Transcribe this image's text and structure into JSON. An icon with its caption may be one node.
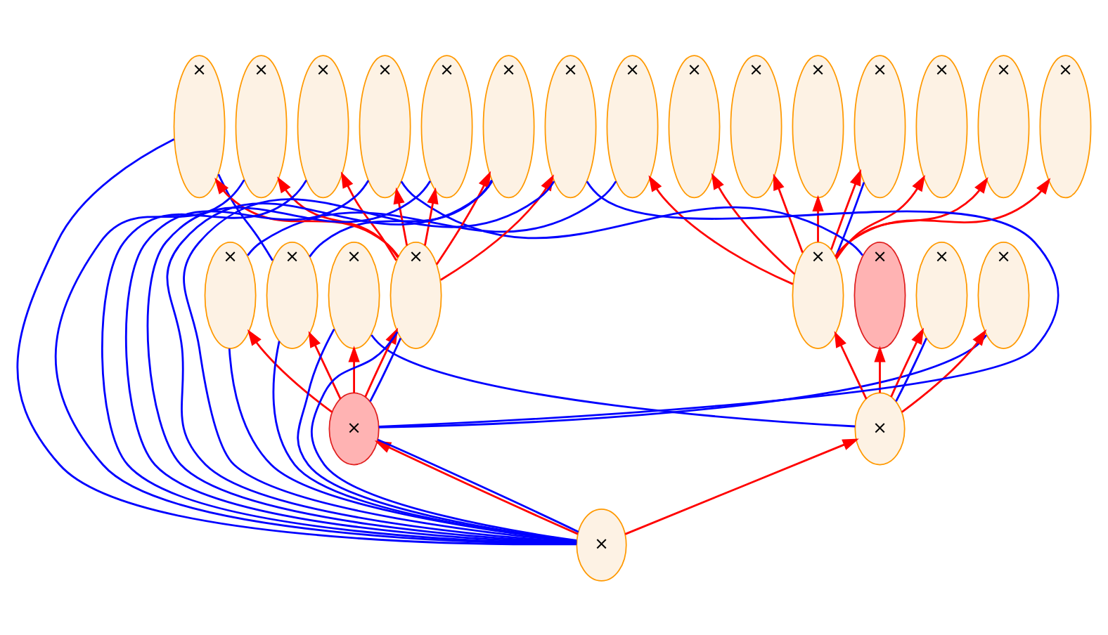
{
  "diagram": {
    "nodes": [
      {
        "text": [
          "×"
        ]
      },
      {
        "text": [
          "×"
        ]
      },
      {
        "text": [
          "×"
        ]
      },
      {
        "text": [
          "×"
        ]
      },
      {
        "text": [
          "×"
        ]
      },
      {
        "text": [
          "×"
        ]
      },
      {
        "text": [
          "×"
        ]
      },
      {
        "text": [
          "×"
        ]
      },
      {
        "text": [
          "×"
        ]
      },
      {
        "text": [
          "×"
        ]
      },
      {
        "text": [
          "×"
        ]
      },
      {
        "text": [
          "×"
        ]
      },
      {
        "text": [
          "×"
        ]
      },
      {
        "text": [
          "×"
        ]
      },
      {
        "text": [
          "×"
        ]
      },
      {
        "text": [
          "×"
        ]
      },
      {
        "text": [
          "×"
        ]
      },
      {
        "text": [
          "×"
        ]
      },
      {
        "text": [
          "×"
        ]
      },
      {
        "text": [
          "×"
        ]
      },
      {
        "text": [
          "×"
        ]
      },
      {
        "text": [
          "×"
        ]
      },
      {
        "text": [
          "×"
        ]
      },
      {
        "text": [
          "×"
        ]
      },
      {
        "text": [
          "×"
        ]
      },
      {
        "text": [
          "×"
        ]
      }
    ],
    "edges": [
      {
        "from": 15,
        "to": 0,
        "arrow": "to"
      },
      {
        "from": 15,
        "to": 1,
        "arrow": "to"
      },
      {
        "from": 15,
        "to": 2,
        "arrow": "to"
      },
      {
        "from": 15,
        "to": 3,
        "arrow": "to"
      },
      {
        "from": 15,
        "to": 4,
        "arrow": "to"
      },
      {
        "from": 15,
        "to": 5,
        "arrow": "to"
      },
      {
        "from": 15,
        "to": 6,
        "arrow": "to"
      },
      {
        "from": 15,
        "to": 7,
        "arrow": "to"
      },
      {
        "from": 22,
        "to": 8,
        "arrow": "to"
      },
      {
        "from": 22,
        "to": 9,
        "arrow": "to"
      },
      {
        "from": 22,
        "to": 10,
        "arrow": "to"
      },
      {
        "from": 22,
        "to": 11,
        "arrow": "to"
      },
      {
        "from": 22,
        "to": 12,
        "arrow": "to"
      },
      {
        "from": 22,
        "to": 13,
        "arrow": "to"
      },
      {
        "from": 22,
        "to": 14,
        "arrow": "to"
      },
      {
        "from": 23,
        "to": 15,
        "arrow": "to"
      },
      {
        "from": 23,
        "to": 16,
        "arrow": "to"
      },
      {
        "from": 23,
        "to": 17,
        "arrow": "to"
      },
      {
        "from": 23,
        "to": 18,
        "arrow": "to"
      },
      {
        "from": 24,
        "to": 19,
        "arrow": "to"
      },
      {
        "from": 24,
        "to": 20,
        "arrow": "to"
      },
      {
        "from": 24,
        "to": 21,
        "arrow": "to"
      },
      {
        "from": 24,
        "to": 22,
        "arrow": "to"
      },
      {
        "from": 25,
        "to": 23,
        "arrow": "to"
      },
      {
        "from": 25,
        "to": 24,
        "arrow": "to"
      },
      {
        "from": 15,
        "to": 3,
        "arrow": "none",
        "color": "#0000ff"
      },
      {
        "from": 16,
        "to": 11,
        "arrow": "none",
        "color": "#0000ff"
      },
      {
        "from": 6,
        "to": 19,
        "arrow": "none",
        "color": "#0000ff"
      },
      {
        "from": 8,
        "to": 20,
        "arrow": "none",
        "color": "#0000ff"
      },
      {
        "from": 18,
        "to": 24,
        "arrow": "none",
        "color": "#0000ff"
      },
      {
        "from": 23,
        "to": 17,
        "arrow": "none",
        "color": "#0000ff"
      },
      {
        "from": 23,
        "to": 21,
        "arrow": "none",
        "color": "#0000ff"
      },
      {
        "from": 20,
        "to": 13,
        "arrow": "none",
        "color": "#0000ff"
      },
      {
        "from": 24,
        "to": 22,
        "arrow": "none",
        "color": "#0000ff"
      },
      {
        "from": 24,
        "to": 14,
        "arrow": "none",
        "color": "#0000ff"
      },
      {
        "from": 25,
        "to": 8,
        "arrow": "none",
        "color": "#0000ff"
      },
      {
        "from": 25,
        "to": 9,
        "arrow": "none",
        "color": "#0000ff"
      },
      {
        "from": 25,
        "to": 10,
        "arrow": "none",
        "color": "#0000ff"
      },
      {
        "from": 25,
        "to": 11,
        "arrow": "none",
        "color": "#0000ff"
      },
      {
        "from": 25,
        "to": 12,
        "arrow": "none",
        "color": "#0000ff"
      },
      {
        "from": 25,
        "to": 13,
        "arrow": "none",
        "color": "#0000ff"
      },
      {
        "from": 25,
        "to": 14,
        "arrow": "none",
        "color": "#0000ff"
      },
      {
        "from": 25,
        "to": 19,
        "arrow": "none",
        "color": "#0000ff"
      },
      {
        "from": 25,
        "to": 20,
        "arrow": "none",
        "color": "#0000ff"
      },
      {
        "from": 25,
        "to": 21,
        "arrow": "none",
        "color": "#0000ff"
      },
      {
        "from": 25,
        "to": 22,
        "arrow": "none",
        "color": "#0000ff"
      },
      {
        "from": 25,
        "to": 24,
        "arrow": "none",
        "color": "#0000ff"
      }
    ]
  }
}
